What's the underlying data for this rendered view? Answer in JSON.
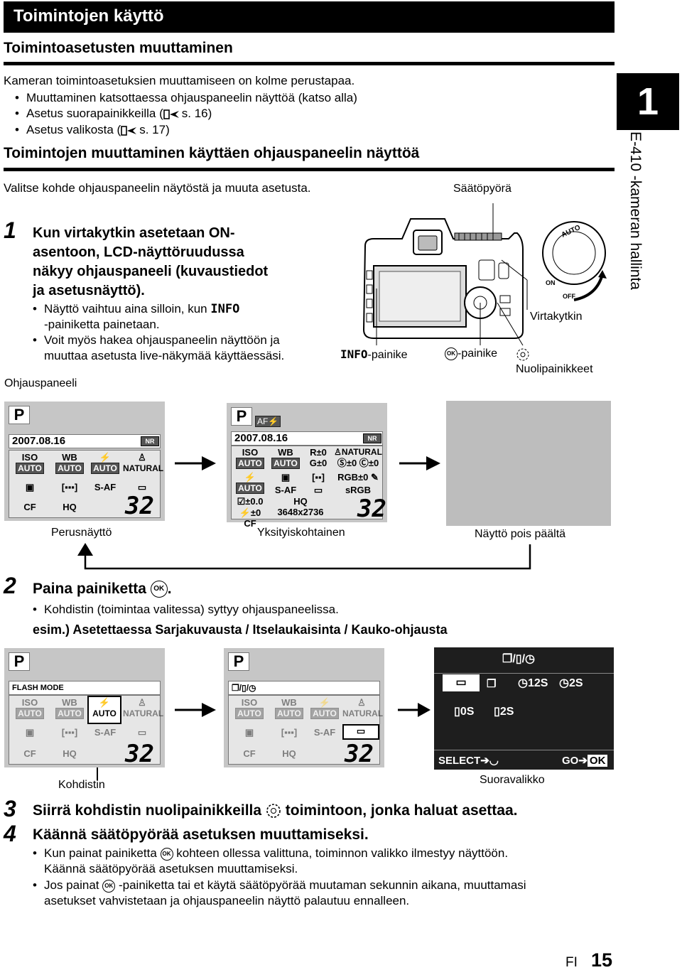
{
  "header": {
    "title": "Toimintojen käyttö",
    "section1": "Toimintoasetusten muuttaminen",
    "section2": "Toimintojen muuttaminen käyttäen ohjauspaneelin näyttöä"
  },
  "chapter": {
    "number": "1",
    "label": "E-410 -kameran hallinta"
  },
  "intro": {
    "lead": "Kameran toimintoasetuksien muuttamiseen on kolme perustapaa.",
    "bullet1": "Muuttaminen katsottaessa ohjauspaneelin näyttöä (katso alla)",
    "bullet2_pre": "Asetus suorapainikkeilla (",
    "bullet2_post": "s. 16)",
    "bullet3_pre": "Asetus valikosta (",
    "bullet3_post": "s. 17)"
  },
  "select_text": "Valitse kohde ohjauspaneelin näytöstä ja muuta asetusta.",
  "step1": {
    "num": "1",
    "line1": "Kun virtakytkin asetetaan ON-",
    "line2": "asentoon, LCD-näyttöruudussa",
    "line3": "näkyy ohjauspaneeli (kuvaustiedot",
    "line4": "ja asetusnäyttö).",
    "b1_pre": "Näyttö vaihtuu aina silloin, kun ",
    "b1_key": "INFO",
    "b1_post": "-painiketta painetaan.",
    "b2_l1": "Voit myös hakea ohjauspaneelin näyttöön ja",
    "b2_l2": "muuttaa asetusta live-näkymää käyttäessäsi."
  },
  "camera_labels": {
    "dial": "Säätöpyörä",
    "power": "Virtakytkin",
    "info_key": "INFO",
    "info_suffix": "-painike",
    "ok_text": "OK",
    "ok_suffix": "-painike",
    "arrows": "Nuolipainikkeet",
    "mode_auto": "AUTO",
    "switch_on": "ON",
    "switch_off": "OFF"
  },
  "panel_caption": "Ohjauspaneeli",
  "screens": {
    "basic": {
      "mode": "P",
      "date": "2007.08.16",
      "nr": "NR",
      "iso": "ISO",
      "iso_val": "AUTO",
      "wb": "WB",
      "wb_val": "AUTO",
      "flash_val": "AUTO",
      "picture": "NATURAL",
      "af": "S-AF",
      "card": "CF",
      "quality": "HQ",
      "shots": "32"
    },
    "detail": {
      "mode": "P",
      "date": "2007.08.16",
      "nr": "NR",
      "iso": "ISO",
      "iso_val": "AUTO",
      "wb": "WB",
      "wb_val": "AUTO",
      "r": "R±0",
      "g": "G±0",
      "picture": "NATURAL",
      "s": "±0",
      "c": "±0",
      "rgb": "±0",
      "flash_val": "AUTO",
      "af": "S-AF",
      "color": "sRGB",
      "exp": "±0.0",
      "flashexp": "±0",
      "card": "CF",
      "quality": "HQ",
      "size": "3648x2736",
      "shots": "32"
    },
    "off_caption": "Näyttö pois päältä",
    "basic_caption": "Perusnäyttö",
    "detail_caption": "Yksityiskohtainen"
  },
  "step2": {
    "num": "2",
    "text": "Paina painiketta",
    "ok_text": "OK",
    "bullet": "Kohdistin (toimintaa valitessa) syttyy ohjauspaneelissa.",
    "example": "esim.) Asetettaessa Sarjakuvausta / Itselaukaisinta / Kauko-ohjausta"
  },
  "screens2": {
    "flash": {
      "mode": "P",
      "title": "FLASH MODE",
      "iso": "ISO",
      "iso_val": "AUTO",
      "wb": "WB",
      "wb_val": "AUTO",
      "flash_val": "AUTO",
      "picture": "NATURAL",
      "af": "S-AF",
      "card": "CF",
      "quality": "HQ",
      "shots": "32"
    },
    "drive": {
      "mode": "P",
      "iso": "ISO",
      "iso_val": "AUTO",
      "wb": "WB",
      "wb_val": "AUTO",
      "flash_val": "AUTO",
      "picture": "NATURAL",
      "af": "S-AF",
      "card": "CF",
      "quality": "HQ",
      "shots": "32"
    },
    "direct": {
      "opt1": "12S",
      "opt2": "2S",
      "opt3": "0S",
      "opt4": "2S",
      "select": "SELECT",
      "go": "GO",
      "ok": "OK"
    },
    "cursor_caption": "Kohdistin",
    "direct_caption": "Suoravalikko"
  },
  "step3": {
    "num": "3",
    "pre": "Siirrä kohdistin nuolipainikkeilla",
    "post": "toimintoon, jonka haluat asettaa."
  },
  "step4": {
    "num": "4",
    "text": "Käännä säätöpyörää asetuksen muuttamiseksi.",
    "b1_pre": "Kun painat painiketta",
    "b1_ok": "OK",
    "b1_post": "kohteen ollessa valittuna, toiminnon valikko ilmestyy näyttöön.",
    "b1_l2": "Käännä säätöpyörää asetuksen muuttamiseksi.",
    "b2_pre": "Jos painat",
    "b2_ok": "OK",
    "b2_post": "-painiketta tai et käytä säätöpyörää muutaman sekunnin aikana, muuttamasi",
    "b2_l2": "asetukset vahvistetaan ja ohjauspaneelin näyttö palautuu ennalleen."
  },
  "footer": {
    "lang": "FI",
    "page": "15"
  }
}
